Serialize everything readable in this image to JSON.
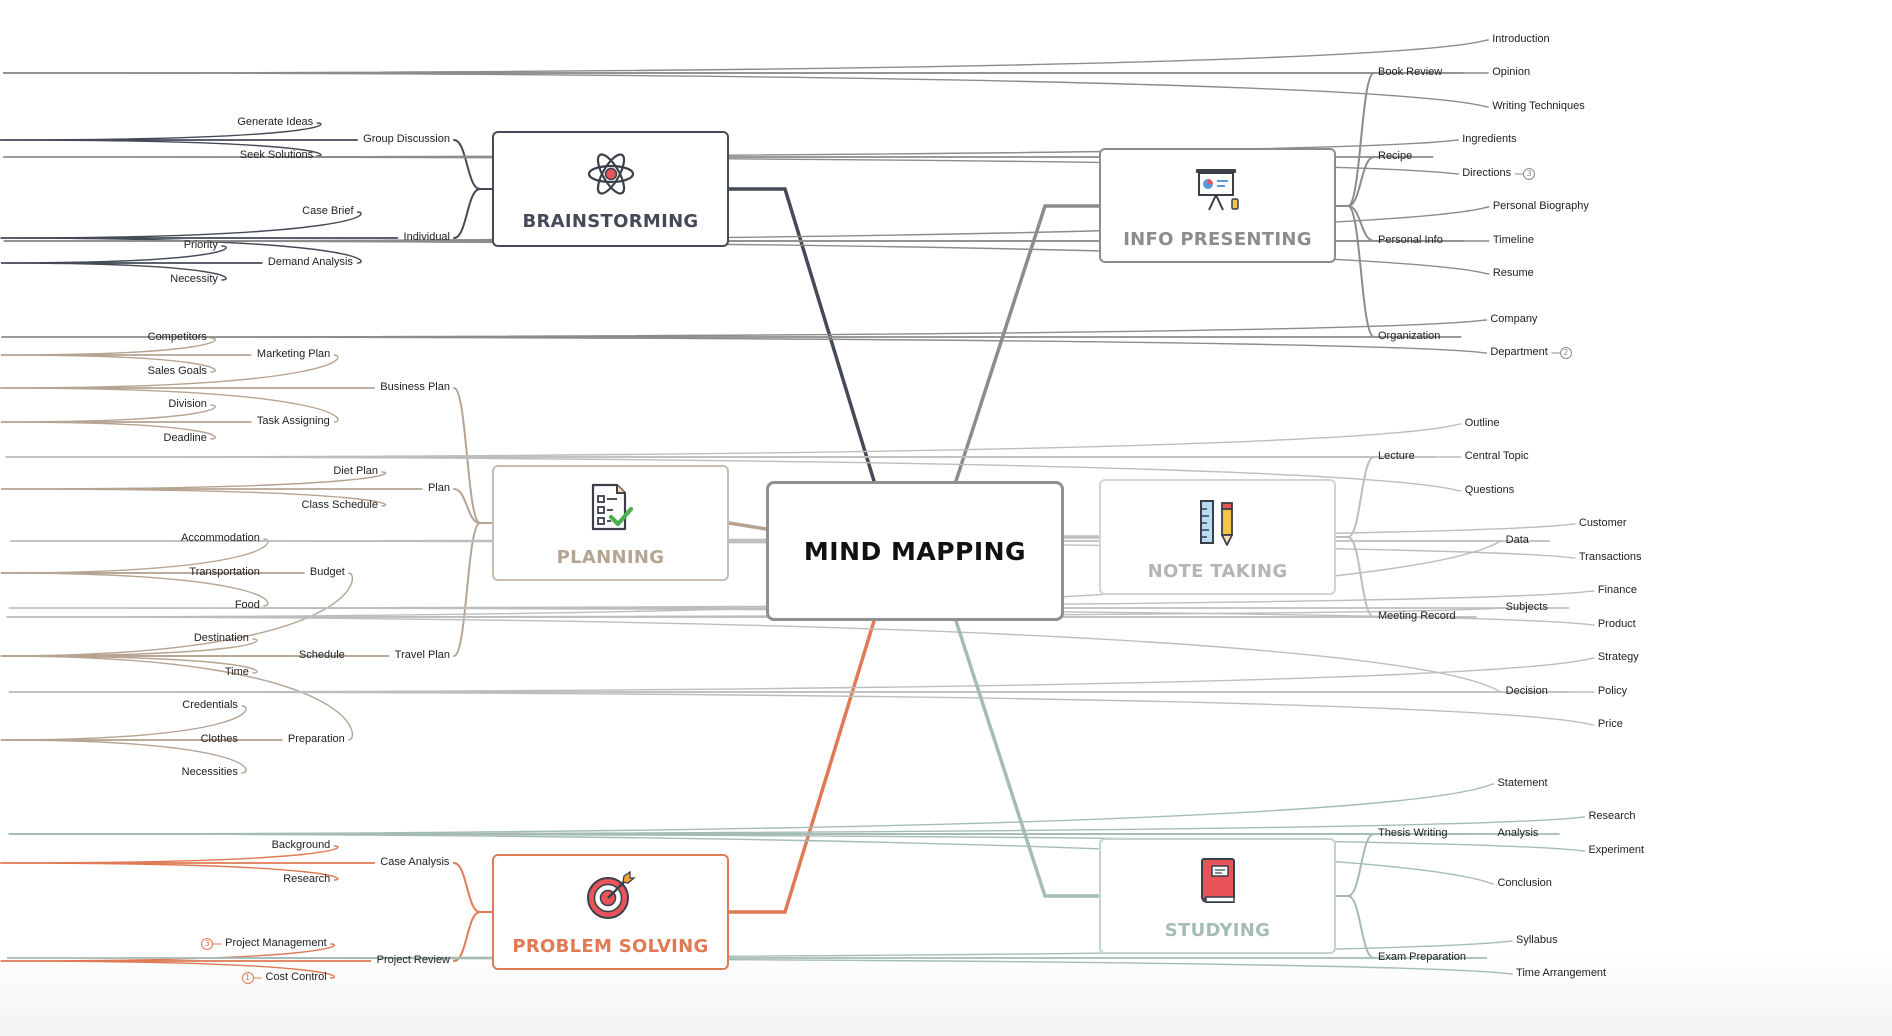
{
  "central": {
    "label": "MIND MAPPING"
  },
  "branches": [
    {
      "id": "brainstorming",
      "label": "BRAINSTORMING",
      "color": "#444b57",
      "icon": "atom-icon",
      "children": [
        {
          "label": "Group Discussion",
          "children": [
            {
              "label": "Generate Ideas"
            },
            {
              "label": "Seek Solutions"
            }
          ]
        },
        {
          "label": "Individual",
          "children": [
            {
              "label": "Case Brief"
            },
            {
              "label": "Demand Analysis",
              "children": [
                {
                  "label": "Priority"
                },
                {
                  "label": "Necessity"
                }
              ]
            }
          ]
        }
      ]
    },
    {
      "id": "planning",
      "label": "PLANNING",
      "color": "#b6a493",
      "icon": "checklist-icon",
      "children": [
        {
          "label": "Business Plan",
          "children": [
            {
              "label": "Marketing Plan",
              "children": [
                {
                  "label": "Competitors"
                },
                {
                  "label": "Sales Goals"
                }
              ]
            },
            {
              "label": "Task Assigning",
              "children": [
                {
                  "label": "Division"
                },
                {
                  "label": "Deadline"
                }
              ]
            }
          ]
        },
        {
          "label": "Plan",
          "children": [
            {
              "label": "Diet Plan"
            },
            {
              "label": "Class Schedule"
            }
          ]
        },
        {
          "label": "Travel Plan",
          "children": [
            {
              "label": "Budget",
              "children": [
                {
                  "label": "Accommodation"
                },
                {
                  "label": "Transportation"
                },
                {
                  "label": "Food"
                }
              ]
            },
            {
              "label": "Schedule",
              "children": [
                {
                  "label": "Destination"
                },
                {
                  "label": "Time"
                }
              ]
            },
            {
              "label": "Preparation",
              "children": [
                {
                  "label": "Credentials"
                },
                {
                  "label": "Clothes"
                },
                {
                  "label": "Necessities"
                }
              ]
            }
          ]
        }
      ]
    },
    {
      "id": "problem-solving",
      "label": "PROBLEM SOLVING",
      "color": "#e07a55",
      "icon": "target-icon",
      "children": [
        {
          "label": "Case Analysis",
          "children": [
            {
              "label": "Background"
            },
            {
              "label": "Research"
            }
          ]
        },
        {
          "label": "Project Review",
          "children": [
            {
              "label": "Project Management",
              "badge": "3"
            },
            {
              "label": "Cost Control",
              "badge": "1"
            }
          ]
        }
      ]
    },
    {
      "id": "info-presenting",
      "label": "INFO PRESENTING",
      "color": "#8c8c8c",
      "icon": "presentation-board-icon",
      "children": [
        {
          "label": "Book Review",
          "children": [
            {
              "label": "Introduction"
            },
            {
              "label": "Opinion"
            },
            {
              "label": "Writing Techniques"
            }
          ]
        },
        {
          "label": "Recipe",
          "children": [
            {
              "label": "Ingredients"
            },
            {
              "label": "Directions",
              "badge": "3"
            }
          ]
        },
        {
          "label": "Personal Info",
          "children": [
            {
              "label": "Personal Biography"
            },
            {
              "label": "Timeline"
            },
            {
              "label": "Resume"
            }
          ]
        },
        {
          "label": "Organization",
          "children": [
            {
              "label": "Company"
            },
            {
              "label": "Department",
              "badge": "2"
            }
          ]
        }
      ]
    },
    {
      "id": "note-taking",
      "label": "NOTE TAKING",
      "color": "#bdbdbd",
      "icon": "ruler-pencil-icon",
      "children": [
        {
          "label": "Lecture",
          "children": [
            {
              "label": "Outline"
            },
            {
              "label": "Central Topic"
            },
            {
              "label": "Questions"
            }
          ]
        },
        {
          "label": "Meeting Record",
          "children": [
            {
              "label": "Data",
              "children": [
                {
                  "label": "Customer"
                },
                {
                  "label": "Transactions"
                }
              ]
            },
            {
              "label": "Subjects",
              "children": [
                {
                  "label": "Finance"
                },
                {
                  "label": "Product"
                }
              ]
            },
            {
              "label": "Decision",
              "children": [
                {
                  "label": "Strategy"
                },
                {
                  "label": "Policy"
                },
                {
                  "label": "Price"
                }
              ]
            }
          ]
        }
      ]
    },
    {
      "id": "studying",
      "label": "STUDYING",
      "color": "#a5bcb6",
      "icon": "book-icon",
      "children": [
        {
          "label": "Thesis Writing",
          "children": [
            {
              "label": "Statement"
            },
            {
              "label": "Analysis",
              "children": [
                {
                  "label": "Research"
                },
                {
                  "label": "Experiment"
                }
              ]
            },
            {
              "label": "Conclusion"
            }
          ]
        },
        {
          "label": "Exam Preparation",
          "children": [
            {
              "label": "Syllabus"
            },
            {
              "label": "Time Arrangement"
            }
          ]
        }
      ]
    }
  ]
}
